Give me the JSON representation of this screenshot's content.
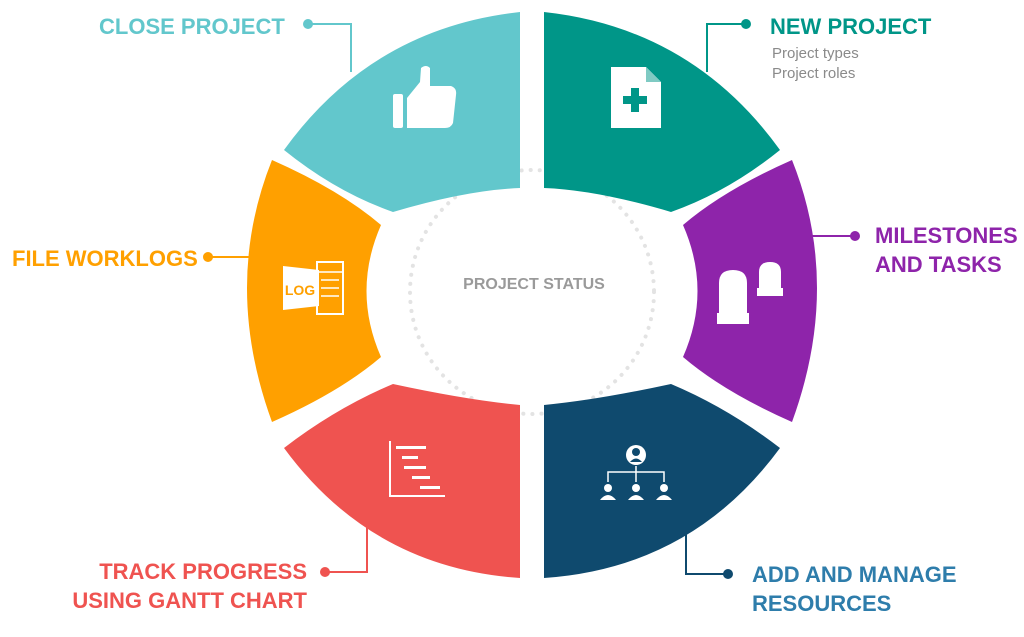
{
  "center": {
    "title": "PROJECT STATUS"
  },
  "steps": [
    {
      "id": "new-project",
      "lines": [
        "NEW PROJECT"
      ],
      "sub": [
        "Project types",
        "Project roles"
      ],
      "color": "#009688",
      "icon": "document-plus-icon"
    },
    {
      "id": "milestones",
      "lines": [
        "MILESTONES",
        "AND TASKS"
      ],
      "color": "#8e24aa",
      "icon": "milestones-icon"
    },
    {
      "id": "resources",
      "lines": [
        "ADD AND MANAGE",
        "RESOURCES"
      ],
      "color": "#0f4a6e",
      "label_color": "#2e7dab",
      "icon": "org-chart-icon"
    },
    {
      "id": "gantt",
      "lines": [
        "TRACK PROGRESS",
        "USING GANTT CHART"
      ],
      "color": "#ef5350",
      "icon": "gantt-chart-icon"
    },
    {
      "id": "worklogs",
      "lines": [
        "FILE WORKLOGS"
      ],
      "color": "#ffa000",
      "icon": "log-book-icon"
    },
    {
      "id": "close",
      "lines": [
        "CLOSE PROJECT"
      ],
      "color": "#62c7cc",
      "icon": "thumbs-up-icon"
    }
  ]
}
